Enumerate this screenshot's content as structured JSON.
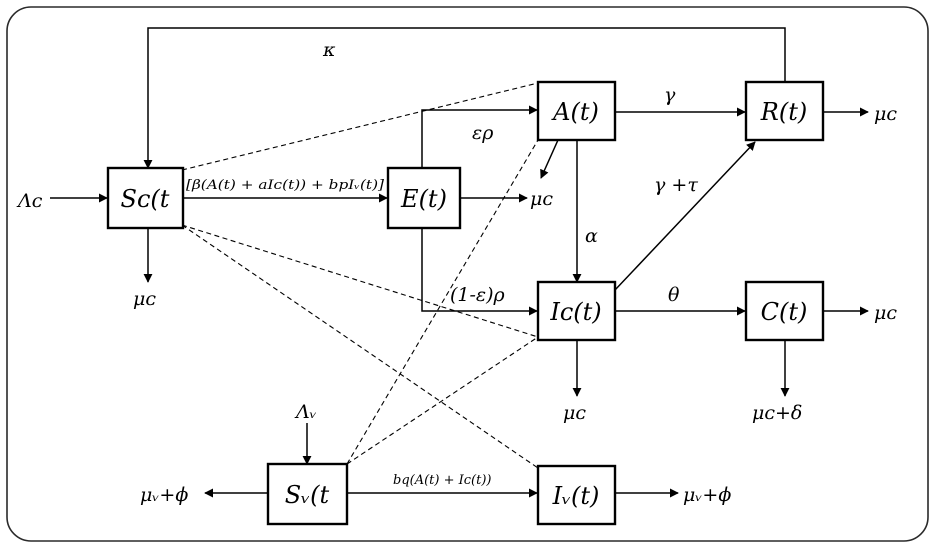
{
  "nodes": {
    "sc": "Sᴄ(t",
    "e": "E(t)",
    "a": "A(t)",
    "r": "R(t)",
    "ic": "Iᴄ(t)",
    "c": "C(t)",
    "sv": "Sᵥ(t",
    "iv": "Iᵥ(t)"
  },
  "labels": {
    "kappa": "κ",
    "lambda_c": "Λᴄ",
    "lambda_v": "Λᵥ",
    "force_infection": "[β(A(t) + aIᴄ(t)) + bpIᵥ(t)]",
    "eps_rho": "ερ",
    "one_minus_eps_rho": "(1-ε)ρ",
    "gamma": "γ",
    "gamma_tau": "γ +τ",
    "alpha": "α",
    "theta": "θ",
    "mu_c_sc": "μᴄ",
    "mu_c_e": "μᴄ",
    "mu_c_r": "μᴄ",
    "mu_c_ic": "μᴄ",
    "mu_c_c": "μᴄ",
    "mu_c_delta": "μᴄ+δ",
    "mu_v_phi_left": "μᵥ+ϕ",
    "mu_v_phi_right": "μᵥ+ϕ",
    "vector_infection": "bq(A(t) + Iᴄ(t))"
  }
}
